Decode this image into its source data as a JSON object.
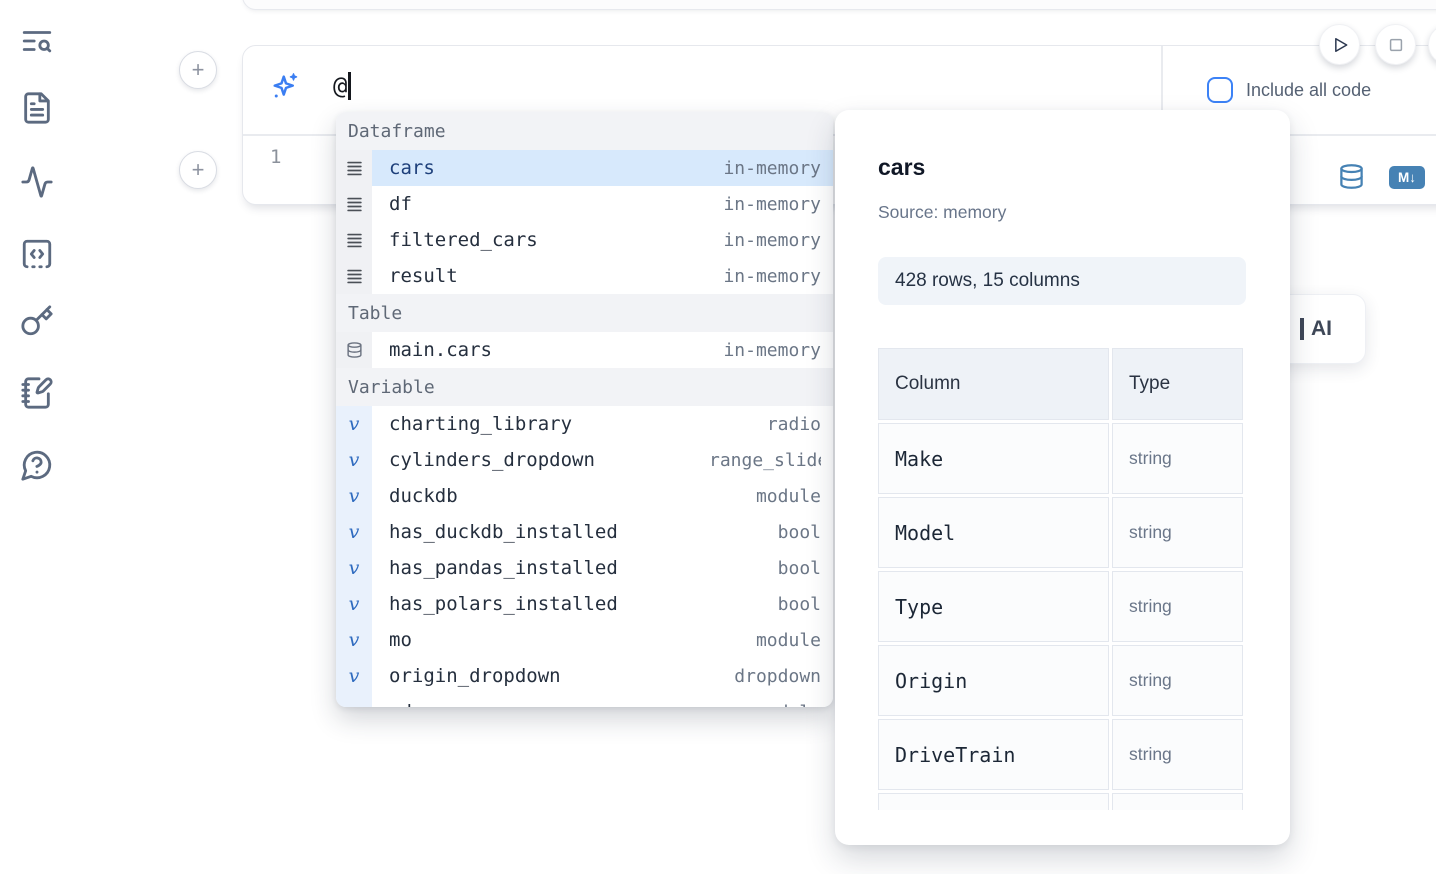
{
  "colors": {
    "accent_blue": "#3b7ef2",
    "steel_blue": "#4682b4",
    "selected_row_bg": "#d7e9fc",
    "selected_row_text": "#1d3f7a"
  },
  "sidebar": {
    "items": [
      {
        "icon": "table-of-contents-search-icon"
      },
      {
        "icon": "file-icon"
      },
      {
        "icon": "activity-icon"
      },
      {
        "icon": "snippets-code-icon"
      },
      {
        "icon": "key-icon"
      },
      {
        "icon": "scratchpad-icon"
      },
      {
        "icon": "help-chat-icon"
      }
    ]
  },
  "toolbar": {
    "plus_label": "+"
  },
  "prompt": {
    "value": "@",
    "include_all_code_label": "Include all code"
  },
  "cell": {
    "line_number": "1",
    "markdown_badge": "M↓"
  },
  "ai_button": {
    "label": "AI"
  },
  "autocomplete": {
    "sections": [
      {
        "label": "Dataframe",
        "items": [
          {
            "name": "cars",
            "type": "in-memory",
            "selected": true
          },
          {
            "name": "df",
            "type": "in-memory"
          },
          {
            "name": "filtered_cars",
            "type": "in-memory"
          },
          {
            "name": "result",
            "type": "in-memory"
          }
        ]
      },
      {
        "label": "Table",
        "items": [
          {
            "name": "main.cars",
            "type": "in-memory"
          }
        ]
      },
      {
        "label": "Variable",
        "glyph": "v",
        "items": [
          {
            "name": "charting_library",
            "type": "radio"
          },
          {
            "name": "cylinders_dropdown",
            "type": "range_slider"
          },
          {
            "name": "duckdb",
            "type": "module"
          },
          {
            "name": "has_duckdb_installed",
            "type": "bool"
          },
          {
            "name": "has_pandas_installed",
            "type": "bool"
          },
          {
            "name": "has_polars_installed",
            "type": "bool"
          },
          {
            "name": "mo",
            "type": "module"
          },
          {
            "name": "origin_dropdown",
            "type": "dropdown"
          },
          {
            "name": "pd",
            "type": "module"
          }
        ]
      }
    ]
  },
  "preview": {
    "title": "cars",
    "source": "Source: memory",
    "shape": "428 rows, 15 columns",
    "table": {
      "headers": [
        "Column",
        "Type"
      ],
      "rows": [
        {
          "column": "Make",
          "type": "string"
        },
        {
          "column": "Model",
          "type": "string"
        },
        {
          "column": "Type",
          "type": "string"
        },
        {
          "column": "Origin",
          "type": "string"
        },
        {
          "column": "DriveTrain",
          "type": "string"
        }
      ]
    }
  }
}
